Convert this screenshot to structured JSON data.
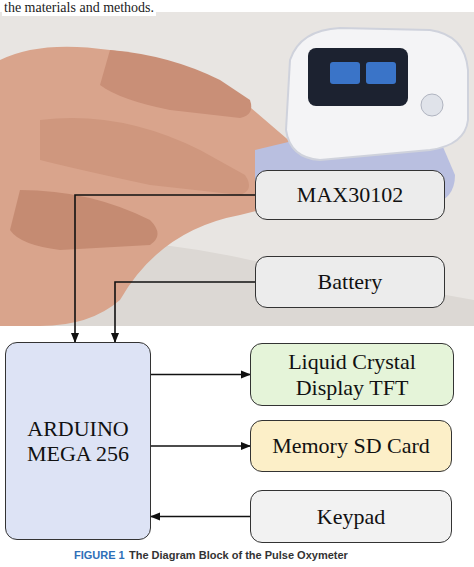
{
  "diagram": {
    "caption": "The Diagram Block of the Pulse Oxymeter",
    "nodes": [
      {
        "text": [
          "MAX30102"
        ]
      },
      {
        "text": [
          "Battery"
        ]
      },
      {
        "text": [
          "ARDUINO MEGA 256"
        ]
      },
      {
        "text": [
          "Liquid Crystal Display TFT"
        ]
      },
      {
        "text": [
          "Memory SD Card"
        ]
      },
      {
        "text": [
          "Keypad"
        ]
      }
    ],
    "edges": [
      {
        "from": 0,
        "to": 2,
        "arrow": "to"
      },
      {
        "from": 1,
        "to": 2,
        "arrow": "to"
      },
      {
        "from": 2,
        "to": 3,
        "arrow": "to"
      },
      {
        "from": 2,
        "to": 4,
        "arrow": "to"
      },
      {
        "from": 5,
        "to": 2,
        "arrow": "to"
      }
    ],
    "labels": [
      "the materials and methods.",
      "FIGURE 1"
    ]
  }
}
